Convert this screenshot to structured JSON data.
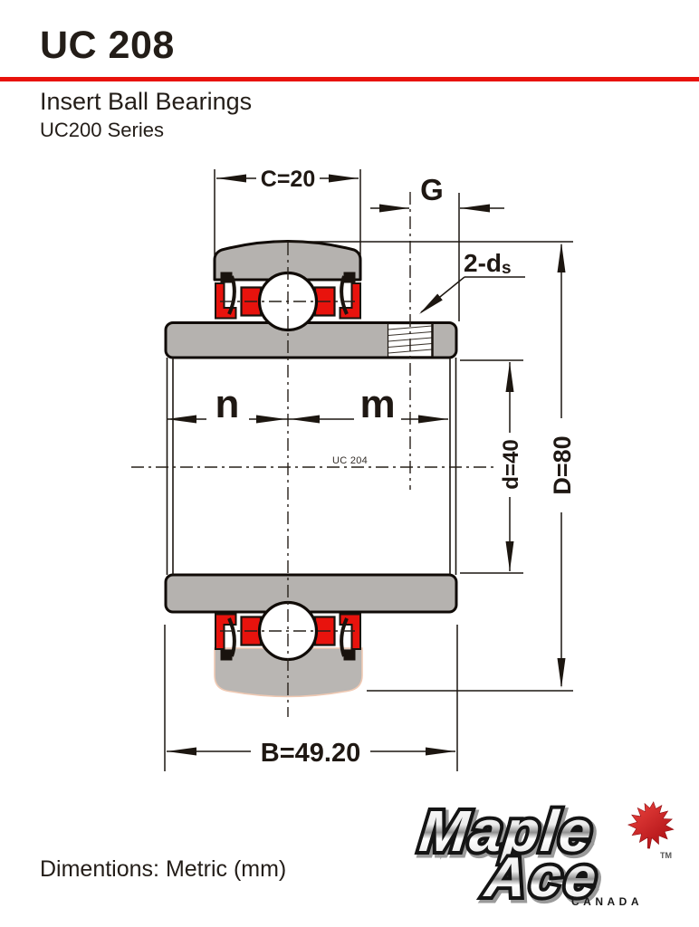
{
  "header": {
    "title": "UC 208",
    "subtitle": "Insert Ball Bearings",
    "series": "UC200 Series"
  },
  "diagram": {
    "part_label": "UC 204",
    "labels": {
      "c": "C=20",
      "g": "G",
      "set_screw_prefix": "2-d",
      "set_screw_sub": "s",
      "n": "n",
      "m": "m",
      "bore": "d=40",
      "outer_diameter": "D=80",
      "width": "B=49.20"
    },
    "colors": {
      "accent_red": "#e8120c",
      "seal_red": "#e8130d",
      "housing_gray": "#b5b2af",
      "outline_black": "#100b07",
      "light_ring_outline": "#efc9b3"
    }
  },
  "logo": {
    "brand_line1": "Maple",
    "brand_line2": "Ace",
    "country": "CANADA",
    "trademark": "TM",
    "leaf_color": "#c8102e"
  },
  "footer": {
    "note": "Dimentions: Metric (mm)"
  }
}
